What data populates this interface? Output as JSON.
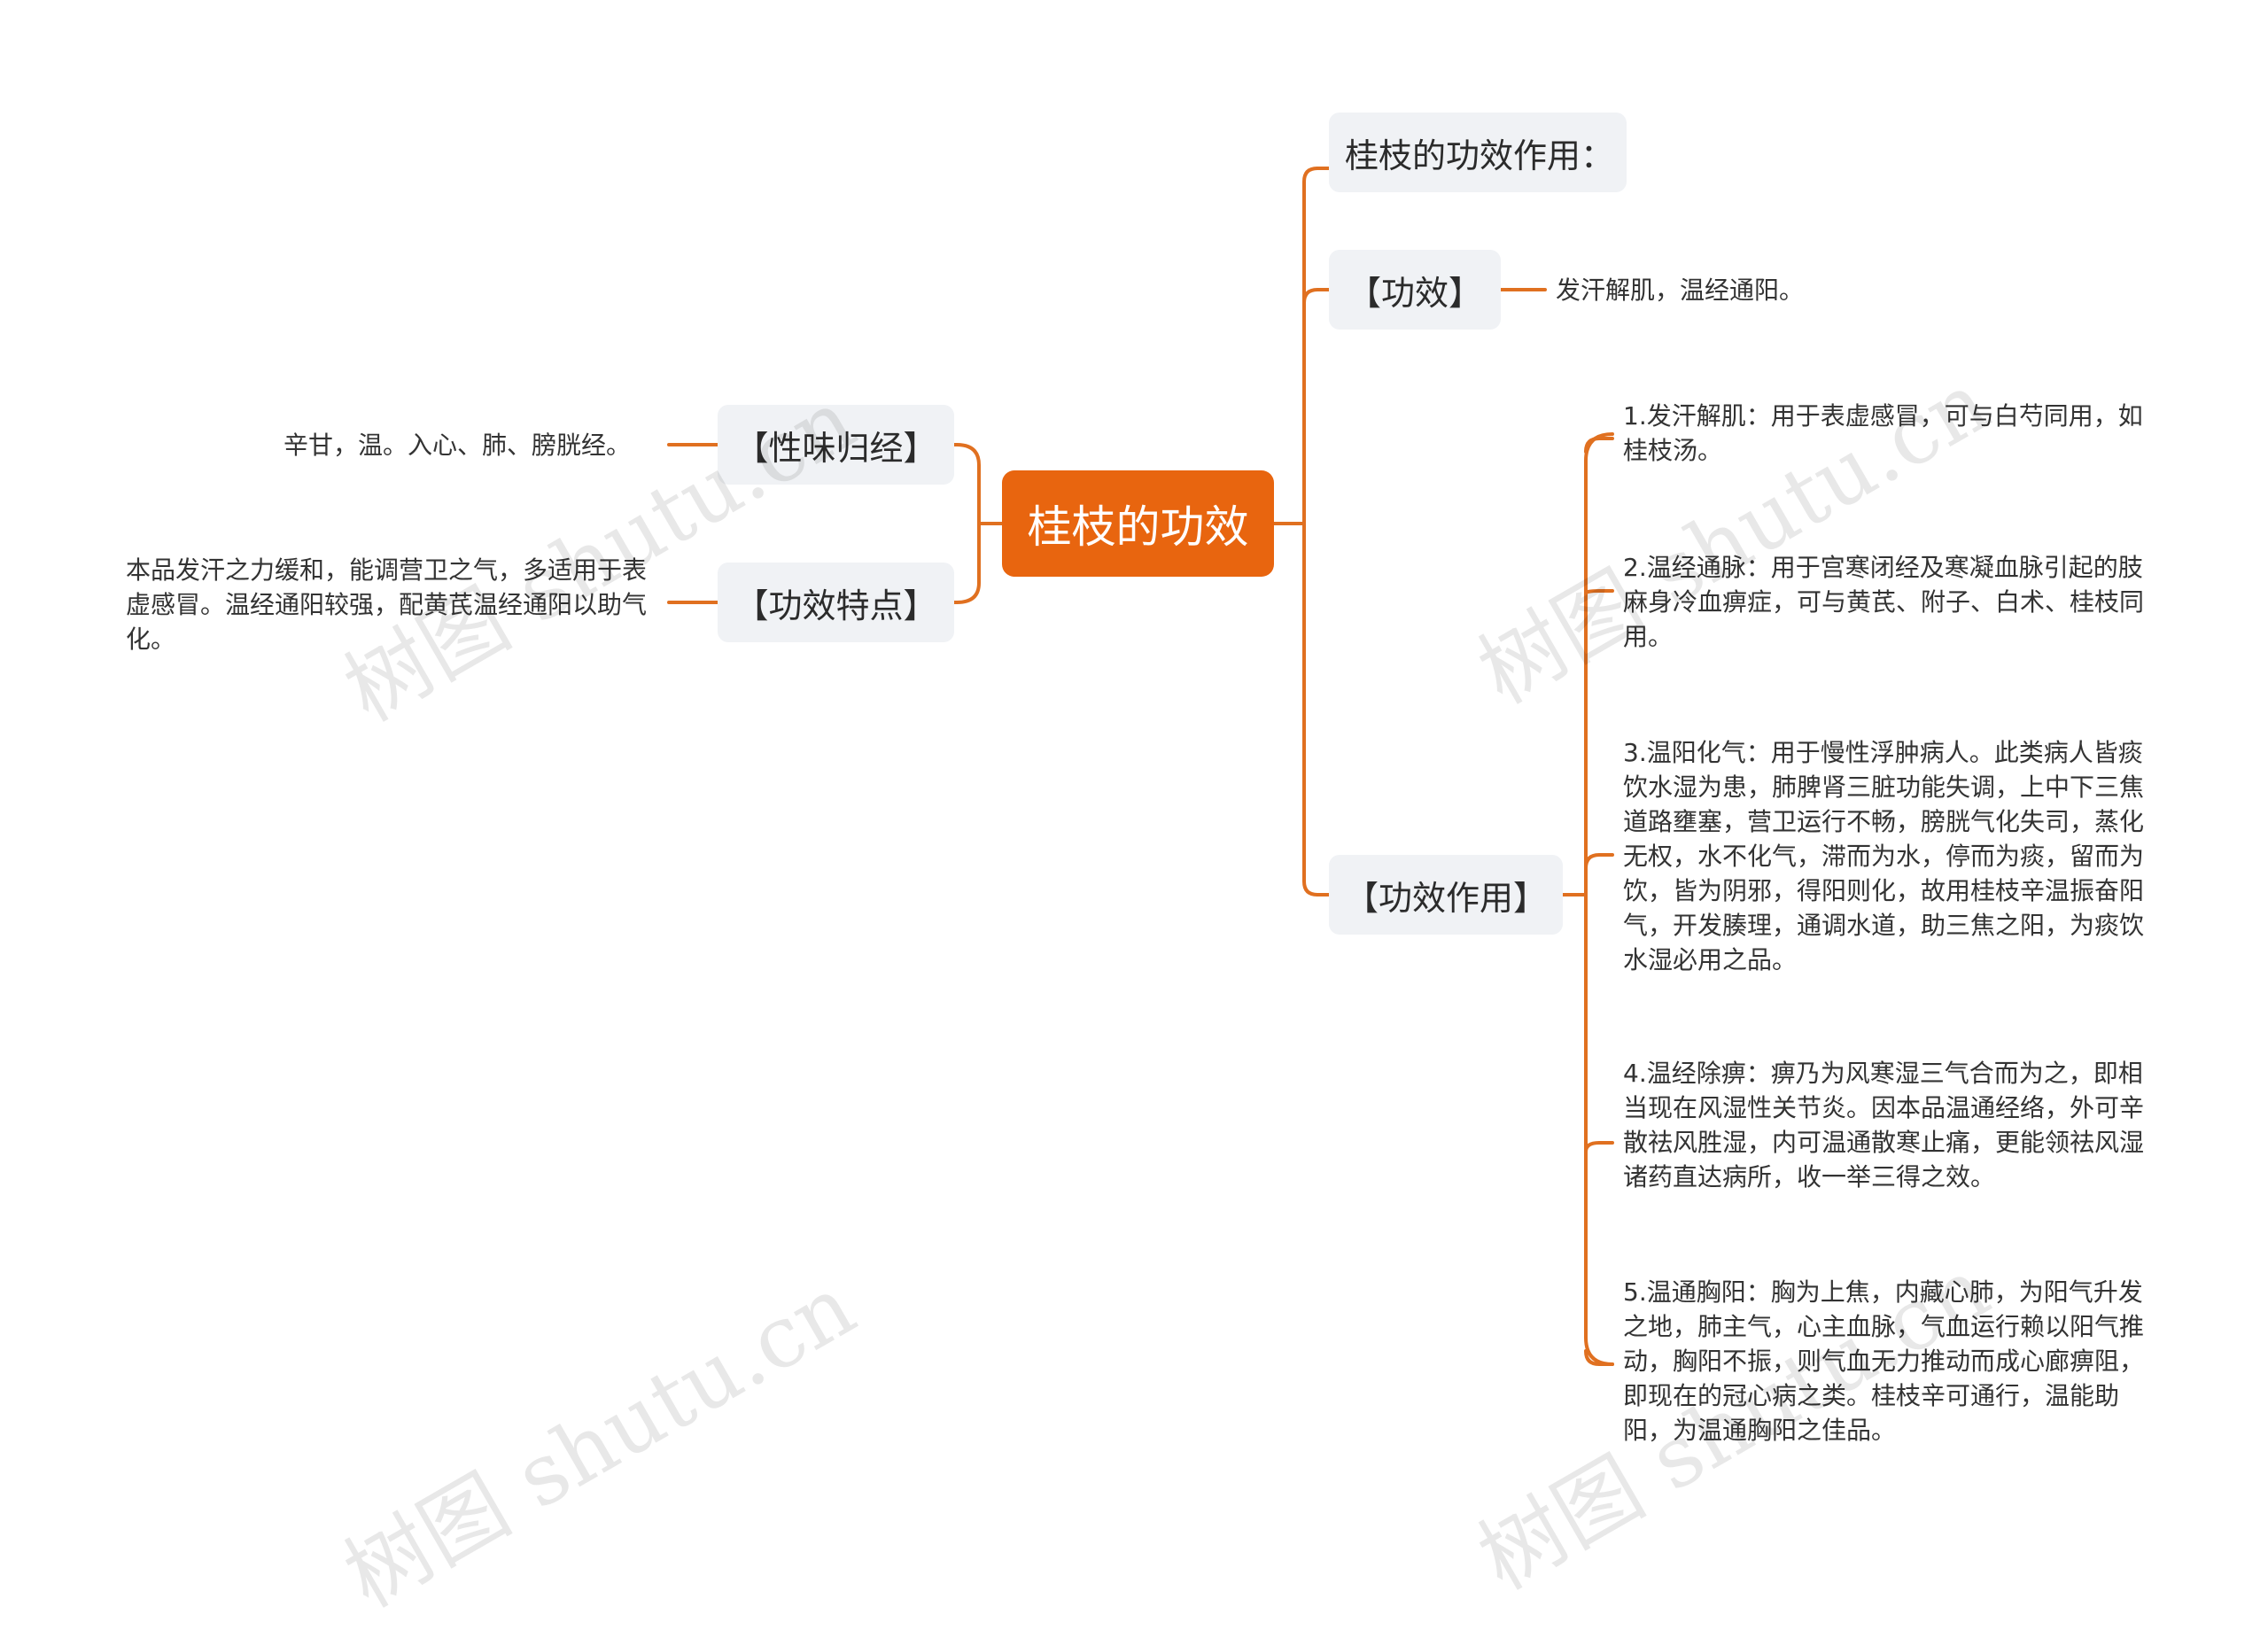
{
  "root": {
    "label": "桂枝的功效"
  },
  "right": {
    "title_node": {
      "label": "桂枝的功效作用："
    },
    "gongxiao": {
      "label": "【功效】",
      "text": "发汗解肌，温经通阳。"
    },
    "gongxiao_zuoyong": {
      "label": "【功效作用】",
      "items": [
        "1.发汗解肌：用于表虚感冒，可与白芍同用，如桂枝汤。",
        "2.温经通脉：用于宫寒闭经及寒凝血脉引起的肢麻身冷血痹症，可与黄芪、附子、白术、桂枝同用。",
        "3.温阳化气：用于慢性浮肿病人。此类病人皆痰饮水湿为患，肺脾肾三脏功能失调，上中下三焦道路壅塞，营卫运行不畅，膀胱气化失司，蒸化无权，水不化气，滞而为水，停而为痰，留而为饮，皆为阴邪，得阳则化，故用桂枝辛温振奋阳气，开发腠理，通调水道，助三焦之阳，为痰饮水湿必用之品。",
        "4.温经除痹：痹乃为风寒湿三气合而为之，即相当现在风湿性关节炎。因本品温通经络，外可辛散祛风胜湿，内可温通散寒止痛，更能领祛风湿诸药直达病所，收一举三得之效。",
        "5.温通胸阳：胸为上焦，内藏心肺，为阳气升发之地，肺主气，心主血脉，气血运行赖以阳气推动，胸阳不振，则气血无力推动而成心廊痹阻，即现在的冠心病之类。桂枝辛可通行，温能助阳，为温通胸阳之佳品。"
      ]
    }
  },
  "left": {
    "xingwei": {
      "label": "【性味归经】",
      "text": "辛甘，温。入心、肺、膀胱经。"
    },
    "tedian": {
      "label": "【功效特点】",
      "text": "本品发汗之力缓和，能调营卫之气，多适用于表虚感冒。温经通阳较强，配黄芪温经通阳以助气化。"
    }
  },
  "watermark": {
    "text": "树图 shutu.cn"
  },
  "colors": {
    "accent": "#e8650f",
    "branch_bg": "#f0f2f5",
    "line": "#e07020"
  }
}
